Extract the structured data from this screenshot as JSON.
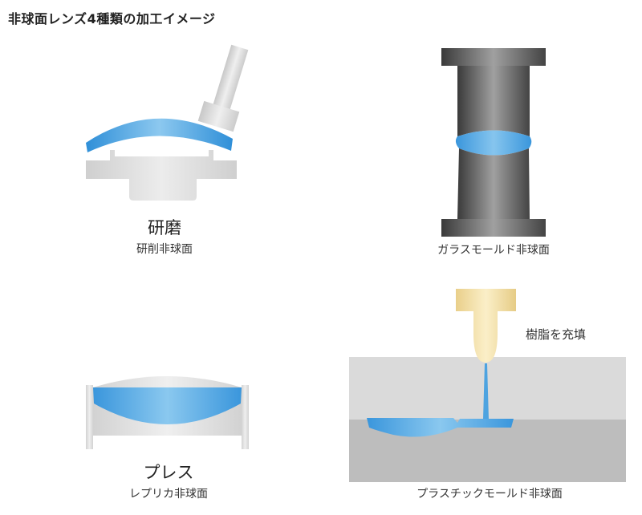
{
  "title": "非球面レンズ4種類の加工イメージ",
  "colors": {
    "lens_blue": "#3d9be0",
    "lens_blue_light": "#8cc8ef",
    "fixture_gray": "#d9d9d9",
    "mold_dark": "#3f3f3f",
    "mold_mid": "#8a8a8a",
    "resin_yellow": "#f0dba0",
    "mold_light": "#dadada",
    "mold_lower": "#bdbdbd"
  },
  "panels": [
    {
      "id": "grinding",
      "main_label": "研磨",
      "sub_label": "研削非球面",
      "icons": [
        "grinding-tool-icon",
        "lens-icon",
        "lens-holder-icon"
      ]
    },
    {
      "id": "glass-mold",
      "main_label": "",
      "sub_label": "ガラスモールド非球面",
      "icons": [
        "upper-mold-icon",
        "lens-icon",
        "lower-mold-icon"
      ]
    },
    {
      "id": "press",
      "main_label": "プレス",
      "sub_label": "レプリカ非球面",
      "icons": [
        "press-mold-icon",
        "lens-icon"
      ]
    },
    {
      "id": "plastic-mold",
      "main_label": "",
      "sub_label": "プラスチックモールド非球面",
      "annotation": "樹脂を充填",
      "icons": [
        "resin-nozzle-icon",
        "resin-stream-icon",
        "mold-block-icon",
        "molded-lens-icon"
      ]
    }
  ]
}
